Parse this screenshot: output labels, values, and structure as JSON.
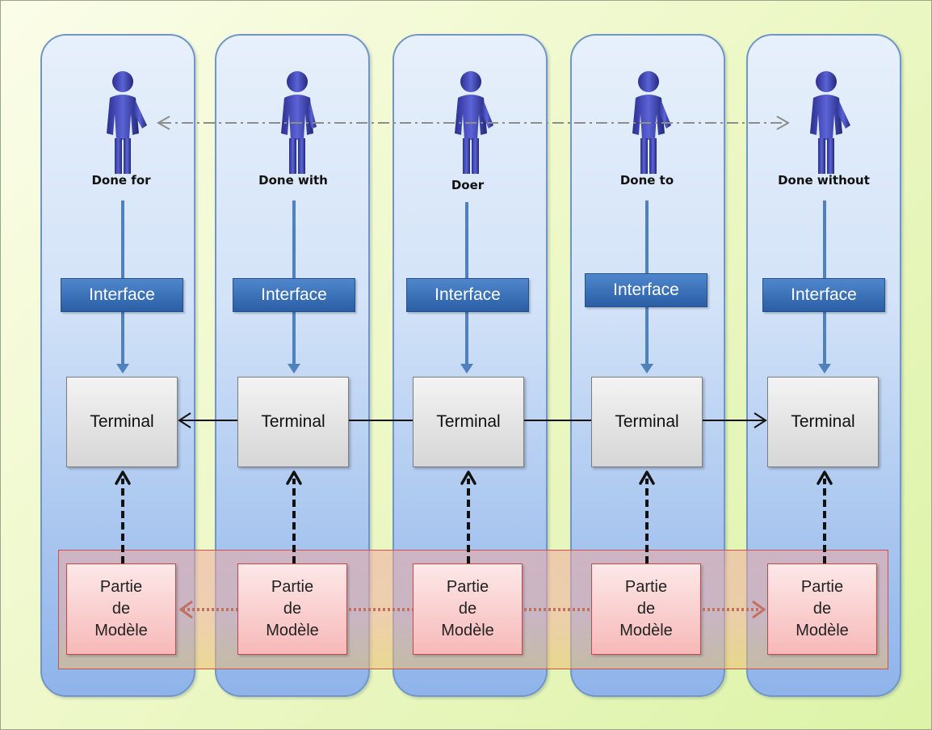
{
  "columns": [
    {
      "label": "Done for"
    },
    {
      "label": "Done with"
    },
    {
      "label": "Doer"
    },
    {
      "label": "Done to"
    },
    {
      "label": "Done without"
    }
  ],
  "interface_label": "Interface",
  "terminal_label": "Terminal",
  "model_box": {
    "line1": "Partie",
    "line2": "de",
    "line3": "Modèle"
  },
  "colors": {
    "column_fill": "#d3e3f8",
    "column_border": "#6f96c7",
    "interface_fill": "#2f6bb5",
    "connector_blue": "#4f81bd",
    "terminal_fill": "#d9d9d9",
    "model_fill": "#f7c3c3",
    "model_band_border": "#cf4f4f",
    "background": "#e8f6c0"
  },
  "icons": {
    "person": "person-figure-icon"
  }
}
